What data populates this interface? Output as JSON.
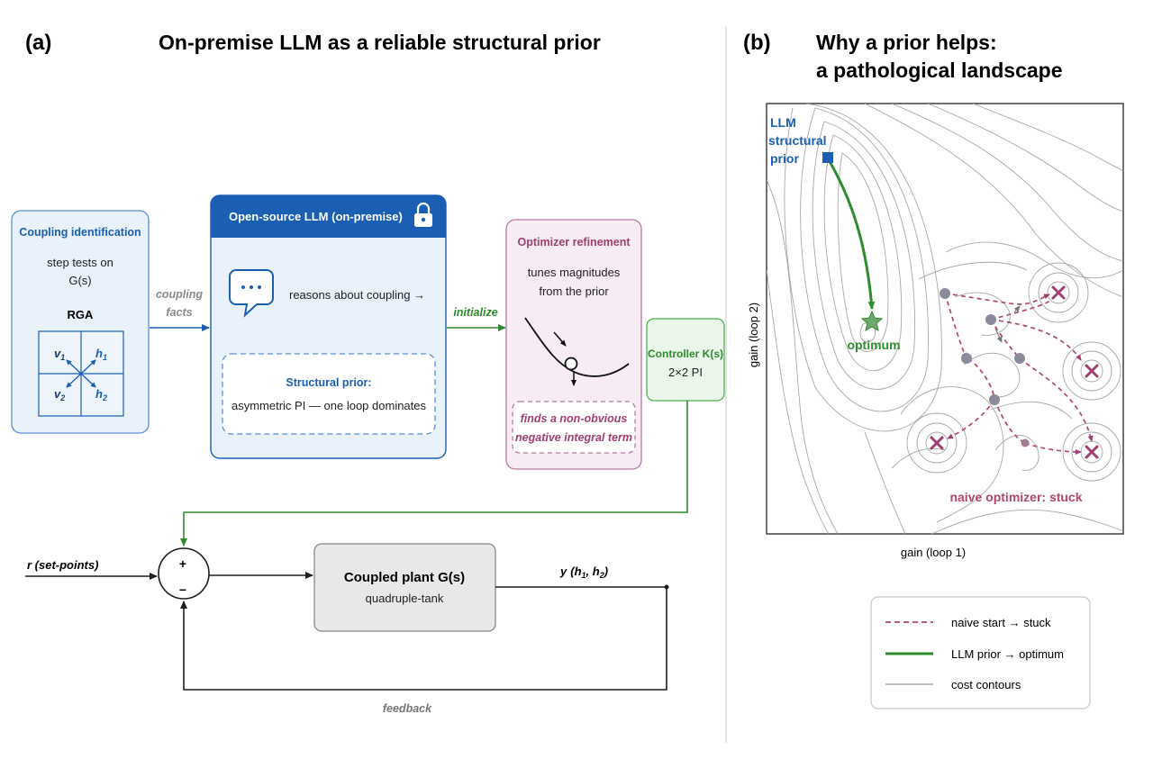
{
  "panel_a": {
    "letter": "(a)",
    "title": "On-premise LLM as a reliable structural prior",
    "coupling_box": {
      "title": "Coupling identification",
      "line1": "step tests on",
      "line2": "G(s)",
      "rga_label": "RGA",
      "v1": "v",
      "v1_sub": "1",
      "h1": "h",
      "h1_sub": "1",
      "v2": "v",
      "v2_sub": "2",
      "h2": "h",
      "h2_sub": "2"
    },
    "arrow_coupling_facts": {
      "line1": "coupling",
      "line2": "facts"
    },
    "llm_box": {
      "title": "Open-source LLM (on-premise)",
      "chat_text": "reasons about coupling →",
      "prior_title": "Structural prior:",
      "prior_text": "asymmetric PI — one loop dominates"
    },
    "arrow_initialize": "initialize",
    "optimizer_box": {
      "title": "Optimizer refinement",
      "line1": "tunes magnitudes",
      "line2": "from the prior",
      "note_line1": "finds a non-obvious",
      "note_line2": "negative integral term"
    },
    "controller_box": {
      "title": "Controller K(s)",
      "subtitle": "2×2 PI"
    },
    "loop": {
      "input_label": "r (set-points)",
      "plus": "+",
      "minus": "−",
      "plant_title": "Coupled plant G(s)",
      "plant_subtitle": "quadruple-tank",
      "output_label": "y",
      "output_detail": "(h",
      "output_sub1": "1",
      "output_mid": ", h",
      "output_sub2": "2",
      "output_end": ")",
      "feedback_label": "feedback"
    }
  },
  "panel_b": {
    "letter": "(b)",
    "title_line1": "Why a prior helps:",
    "title_line2": "a pathological landscape",
    "prior_label_line1": "LLM",
    "prior_label_line2": "structural",
    "prior_label_line3": "prior",
    "optimum_label": "optimum",
    "stuck_label": "naive optimizer: stuck",
    "xlabel": "gain (loop 1)",
    "ylabel": "gain (loop 2)",
    "legend": [
      {
        "label": "naive start → stuck",
        "style": "dashed",
        "color": "#b0476f"
      },
      {
        "label": "LLM prior → optimum",
        "style": "solid",
        "color": "#2e8b2e"
      },
      {
        "label": "cost contours",
        "style": "thin",
        "color": "#9a9a9a"
      }
    ]
  },
  "colors": {
    "blue": "#1a5fb4",
    "blue_fill": "#e9f1fb",
    "green": "#2e8b2e",
    "green_fill": "#eaf6ea",
    "magenta": "#a23d72",
    "magenta_fill": "#f7ecf3",
    "gray_fill": "#e8e8e8",
    "contour": "#a8a8a8"
  },
  "icons": [
    "lock-icon",
    "chat-bubble-icon",
    "ball-on-curve-icon",
    "star-icon",
    "cross-icon"
  ]
}
